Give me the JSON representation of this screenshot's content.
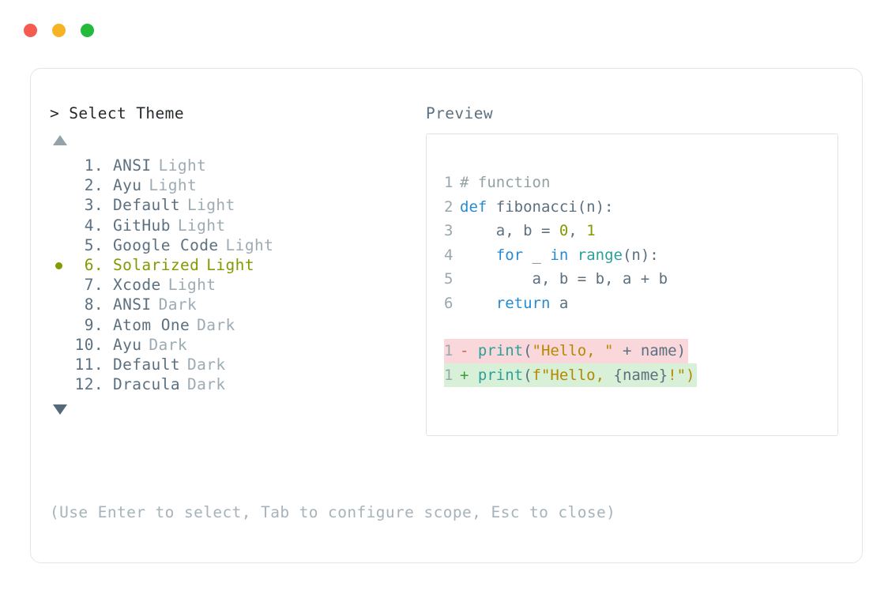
{
  "window": {
    "traffic_lights": [
      {
        "name": "close-button",
        "color": "#f55b51"
      },
      {
        "name": "minimize-button",
        "color": "#f5b325"
      },
      {
        "name": "maximize-button",
        "color": "#22bb3b"
      }
    ]
  },
  "left": {
    "prompt_caret": ">",
    "prompt_title": "Select Theme",
    "scroll_up_icon": "triangle-up-icon",
    "scroll_down_icon": "triangle-down-icon",
    "selected_index": 6,
    "selected_color": "#859900",
    "items": [
      {
        "index": "1.",
        "name": "ANSI",
        "variant": "Light",
        "selected": false
      },
      {
        "index": "2.",
        "name": "Ayu",
        "variant": "Light",
        "selected": false
      },
      {
        "index": "3.",
        "name": "Default",
        "variant": "Light",
        "selected": false
      },
      {
        "index": "4.",
        "name": "GitHub",
        "variant": "Light",
        "selected": false
      },
      {
        "index": "5.",
        "name": "Google Code",
        "variant": "Light",
        "selected": false
      },
      {
        "index": "6.",
        "name": "Solarized",
        "variant": "Light",
        "selected": true
      },
      {
        "index": "7.",
        "name": "Xcode",
        "variant": "Light",
        "selected": false
      },
      {
        "index": "8.",
        "name": "ANSI",
        "variant": "Dark",
        "selected": false
      },
      {
        "index": "9.",
        "name": "Atom One",
        "variant": "Dark",
        "selected": false
      },
      {
        "index": "10.",
        "name": "Ayu",
        "variant": "Dark",
        "selected": false
      },
      {
        "index": "11.",
        "name": "Default",
        "variant": "Dark",
        "selected": false
      },
      {
        "index": "12.",
        "name": "Dracula",
        "variant": "Dark",
        "selected": false
      }
    ]
  },
  "right": {
    "preview_label": "Preview",
    "code": {
      "lines": [
        {
          "n": "1",
          "tokens": [
            {
              "t": "# function",
              "c": "comment"
            }
          ]
        },
        {
          "n": "2",
          "tokens": [
            {
              "t": "def ",
              "c": "kw"
            },
            {
              "t": "fibonacci(n):",
              "c": "fn"
            }
          ]
        },
        {
          "n": "3",
          "tokens": [
            {
              "t": "    a, b = ",
              "c": "plain"
            },
            {
              "t": "0",
              "c": "num"
            },
            {
              "t": ", ",
              "c": "plain"
            },
            {
              "t": "1",
              "c": "num"
            }
          ]
        },
        {
          "n": "4",
          "tokens": [
            {
              "t": "    ",
              "c": "plain"
            },
            {
              "t": "for",
              "c": "kw"
            },
            {
              "t": " _ ",
              "c": "plain"
            },
            {
              "t": "in",
              "c": "kw"
            },
            {
              "t": " ",
              "c": "plain"
            },
            {
              "t": "range",
              "c": "builtin"
            },
            {
              "t": "(n):",
              "c": "plain"
            }
          ]
        },
        {
          "n": "5",
          "tokens": [
            {
              "t": "        a, b = b, a + b",
              "c": "plain"
            }
          ]
        },
        {
          "n": "6",
          "tokens": [
            {
              "t": "    ",
              "c": "plain"
            },
            {
              "t": "return",
              "c": "kw"
            },
            {
              "t": " a",
              "c": "plain"
            }
          ]
        }
      ],
      "diff": [
        {
          "n": "1",
          "kind": "del",
          "marker": "-",
          "tokens": [
            {
              "t": "print",
              "c": "builtin"
            },
            {
              "t": "(",
              "c": "plain"
            },
            {
              "t": "\"Hello, \"",
              "c": "str"
            },
            {
              "t": " + name)",
              "c": "plain"
            }
          ]
        },
        {
          "n": "1",
          "kind": "add",
          "marker": "+",
          "tokens": [
            {
              "t": "print",
              "c": "builtin"
            },
            {
              "t": "(",
              "c": "plain"
            },
            {
              "t": "f\"Hello, ",
              "c": "str"
            },
            {
              "t": "{name}",
              "c": "plain"
            },
            {
              "t": "!\")",
              "c": "str"
            }
          ]
        }
      ]
    }
  },
  "footer": {
    "hint": "(Use Enter to select, Tab to configure scope, Esc to close)"
  },
  "colors": {
    "accent_green": "#859900",
    "keyword_blue": "#268bd2",
    "builtin_teal": "#2aa198",
    "string_yellow": "#b58900",
    "diff_del_bg": "#f9d7da",
    "diff_add_bg": "#d7f0d7",
    "text_slate": "#5c7080",
    "text_muted": "#9dabb3"
  }
}
